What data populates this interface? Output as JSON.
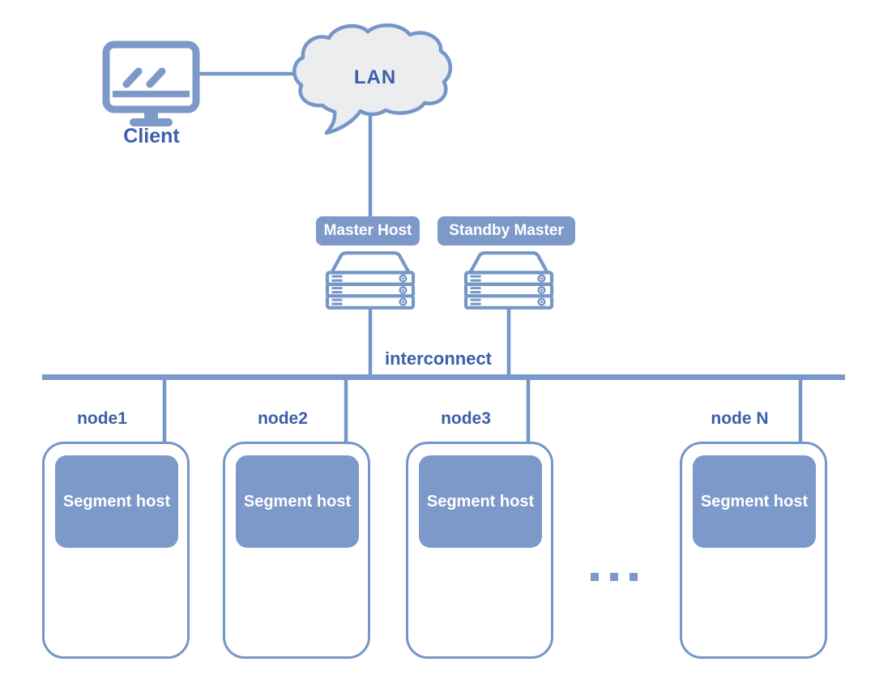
{
  "title": "Cluster architecture diagram",
  "colors": {
    "stroke": "#7596C7",
    "fill": "#7C99CA",
    "text-dark": "#3B5FA9",
    "cloud-fill": "#ECEDEE",
    "white": "#FFFFFF"
  },
  "client": {
    "label": "Client",
    "icon": "monitor-icon"
  },
  "lan": {
    "label": "LAN",
    "icon": "cloud-icon"
  },
  "masters": {
    "master_label": "Master Host",
    "standby_label": "Standby Master",
    "icon": "server-icon"
  },
  "interconnect": {
    "label": "interconnect"
  },
  "nodes": [
    {
      "label": "node1",
      "segment_label": "Segment host",
      "icons": [
        "server-icon",
        "database-icon",
        "database-icon"
      ]
    },
    {
      "label": "node2",
      "segment_label": "Segment host",
      "icons": [
        "server-icon",
        "database-icon",
        "database-icon"
      ]
    },
    {
      "label": "node3",
      "segment_label": "Segment host",
      "icons": [
        "server-icon",
        "database-icon",
        "database-icon"
      ]
    },
    {
      "label": "node N",
      "segment_label": "Segment host",
      "icons": [
        "server-icon",
        "database-icon",
        "database-icon"
      ]
    }
  ],
  "more_nodes_indicator": {
    "icon": "ellipsis-icon",
    "dot_count": 3
  }
}
